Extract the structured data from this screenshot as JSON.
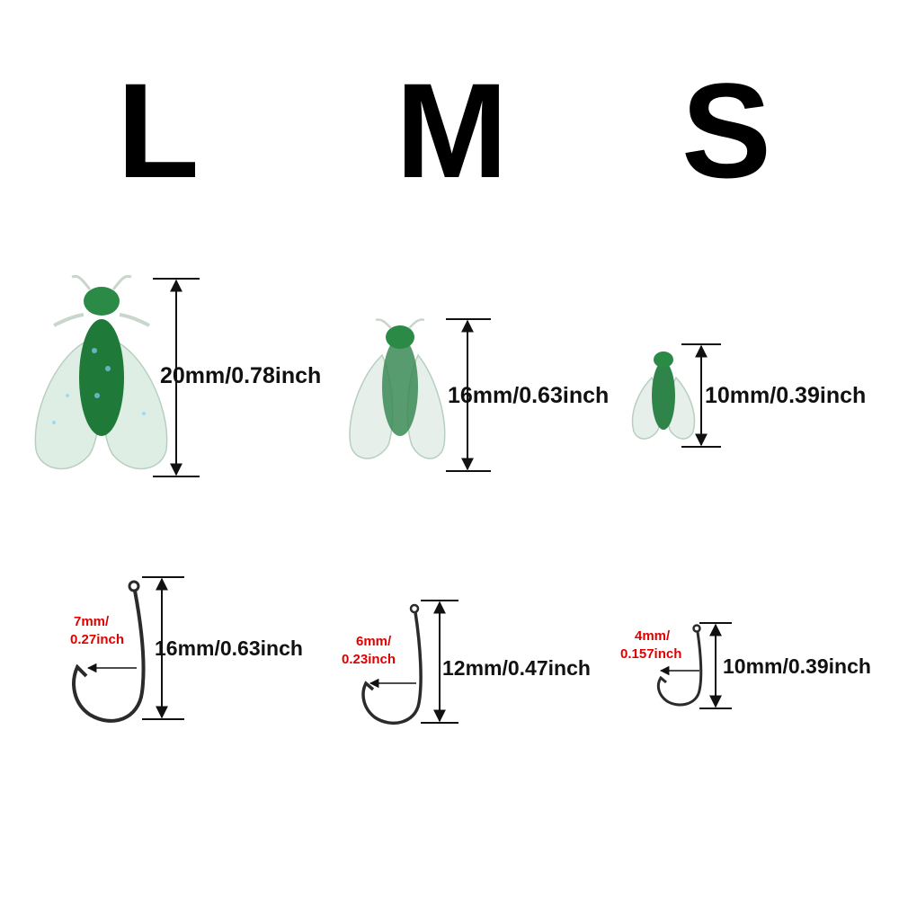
{
  "sizes": {
    "large": "L",
    "medium": "M",
    "small": "S"
  },
  "lures": {
    "large_length": "20mm/0.78inch",
    "medium_length": "16mm/0.63inch",
    "small_length": "10mm/0.39inch"
  },
  "hooks": {
    "large_length": "16mm/0.63inch",
    "large_gap_line1": "7mm/",
    "large_gap_line2": "0.27inch",
    "medium_length": "12mm/0.47inch",
    "medium_gap_line1": "6mm/",
    "medium_gap_line2": "0.23inch",
    "small_length": "10mm/0.39inch",
    "small_gap_line1": "4mm/",
    "small_gap_line2": "0.157inch"
  },
  "colors": {
    "lure_body": "#1f7a3a",
    "lure_wing": "#dfeee4",
    "hook_wire": "#2b2b2b",
    "gap_text": "#e00000"
  }
}
